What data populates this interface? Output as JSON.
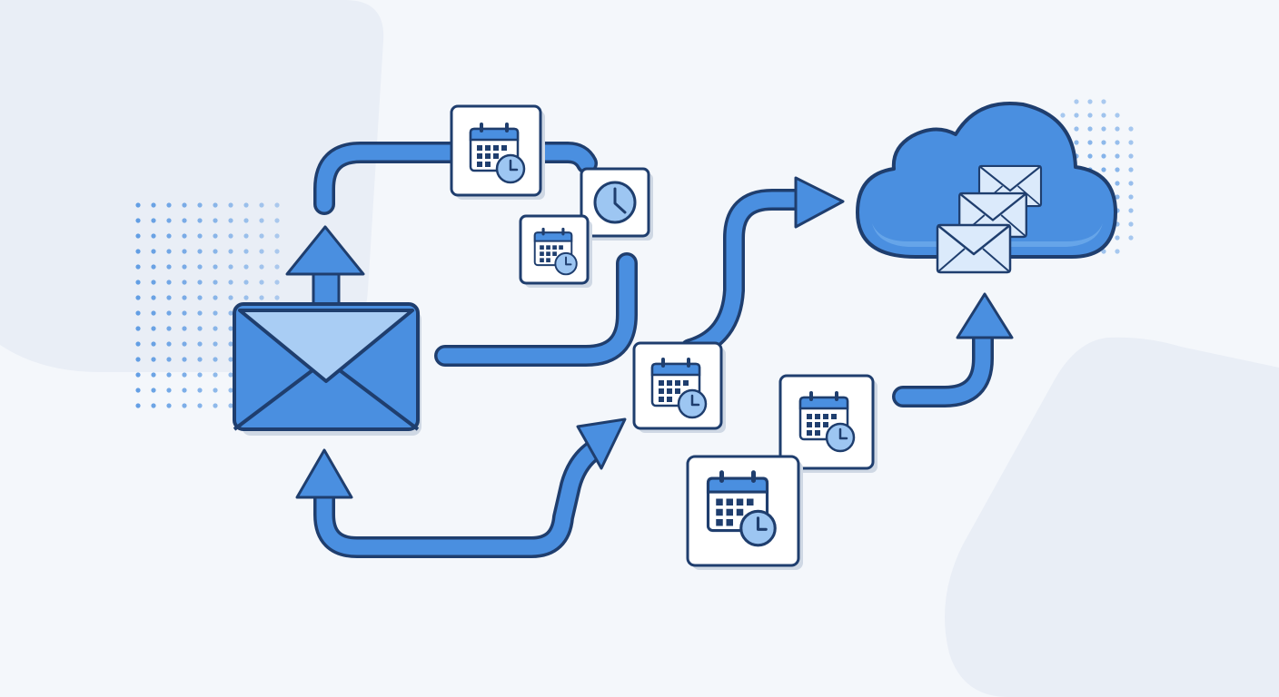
{
  "colors": {
    "background": "#f4f7fb",
    "panel": "#e9eef6",
    "outline": "#1f3e6e",
    "accent": "#4a8fe0",
    "accent_light": "#9dc6f2",
    "envelope_light": "#a9cdf4",
    "cloud_light": "#7ab4ee",
    "card_fill": "#ffffff",
    "shadow": "#cfd8e4",
    "dots": "#4a8fe0"
  },
  "icons": {
    "source": "envelope-icon",
    "destination": "cloud-icon",
    "stored_mail": "envelope-icon",
    "schedule": "calendar-clock-icon",
    "timer": "clock-icon",
    "flow": "arrow-icon",
    "texture": "dot-pattern"
  },
  "nodes": [
    {
      "id": "source-envelope",
      "icon": "envelope-icon"
    },
    {
      "id": "schedule-top",
      "icon": "calendar-clock-icon"
    },
    {
      "id": "timer",
      "icon": "clock-icon"
    },
    {
      "id": "schedule-mid-small",
      "icon": "calendar-clock-icon"
    },
    {
      "id": "schedule-hub",
      "icon": "calendar-clock-icon"
    },
    {
      "id": "schedule-lower",
      "icon": "calendar-clock-icon"
    },
    {
      "id": "schedule-bottom",
      "icon": "calendar-clock-icon"
    },
    {
      "id": "cloud-archive",
      "icon": "cloud-icon"
    }
  ],
  "edges": [
    {
      "from": "source-envelope",
      "to": "schedule-top"
    },
    {
      "from": "source-envelope",
      "to": "schedule-hub"
    },
    {
      "from": "schedule-hub",
      "to": "cloud-archive"
    },
    {
      "from": "source-envelope",
      "to": "schedule-hub"
    },
    {
      "from": "schedule-lower",
      "to": "cloud-archive"
    }
  ],
  "cloud_contents": {
    "envelope_count": 3
  }
}
